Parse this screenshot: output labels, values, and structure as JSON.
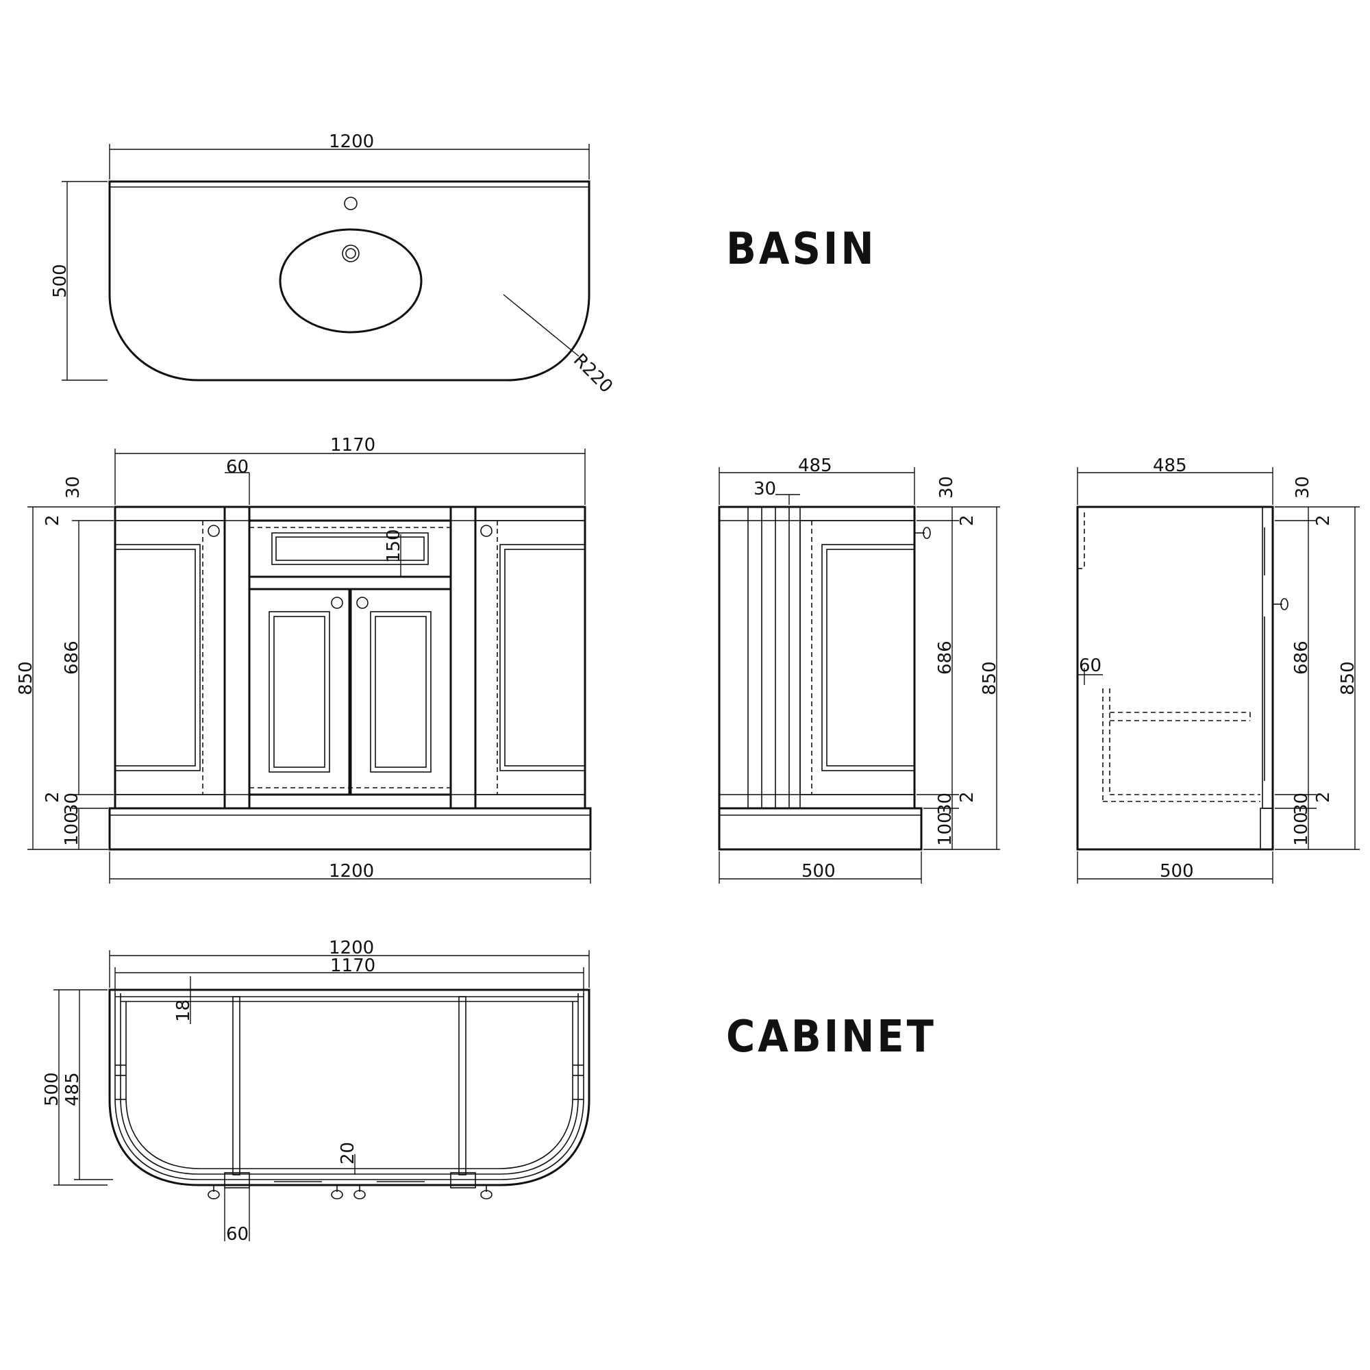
{
  "titles": {
    "basin": "BASIN",
    "cabinet": "CABINET"
  },
  "basin_plan": {
    "width": "1200",
    "depth": "500",
    "radius": "R220"
  },
  "front_view": {
    "top_width": "1170",
    "post_width": "60",
    "top_thickness": "30",
    "gap_top": "2",
    "drawer_height": "150",
    "door_height": "686",
    "overall_height": "850",
    "gap_bottom": "2",
    "bottom_rail": "30",
    "plinth_height": "100",
    "base_width": "1200"
  },
  "side_view_left": {
    "top_width": "485",
    "panel_offset": "30",
    "top_thickness": "30",
    "gap_top": "2",
    "door_height": "686",
    "overall_height": "850",
    "gap_bottom": "2",
    "bottom_rail": "30",
    "plinth_height": "100",
    "base_width": "500"
  },
  "side_view_right": {
    "top_width": "485",
    "shelf_setback": "60",
    "top_thickness": "30",
    "gap_top": "2",
    "door_height": "686",
    "overall_height": "850",
    "gap_bottom": "2",
    "bottom_rail": "30",
    "plinth_height": "100",
    "base_width": "500"
  },
  "cabinet_plan": {
    "outer_width": "1200",
    "inner_width": "1170",
    "panel_thickness": "18",
    "overall_depth": "500",
    "inner_depth": "485",
    "door_gap": "20",
    "post_width": "60"
  }
}
